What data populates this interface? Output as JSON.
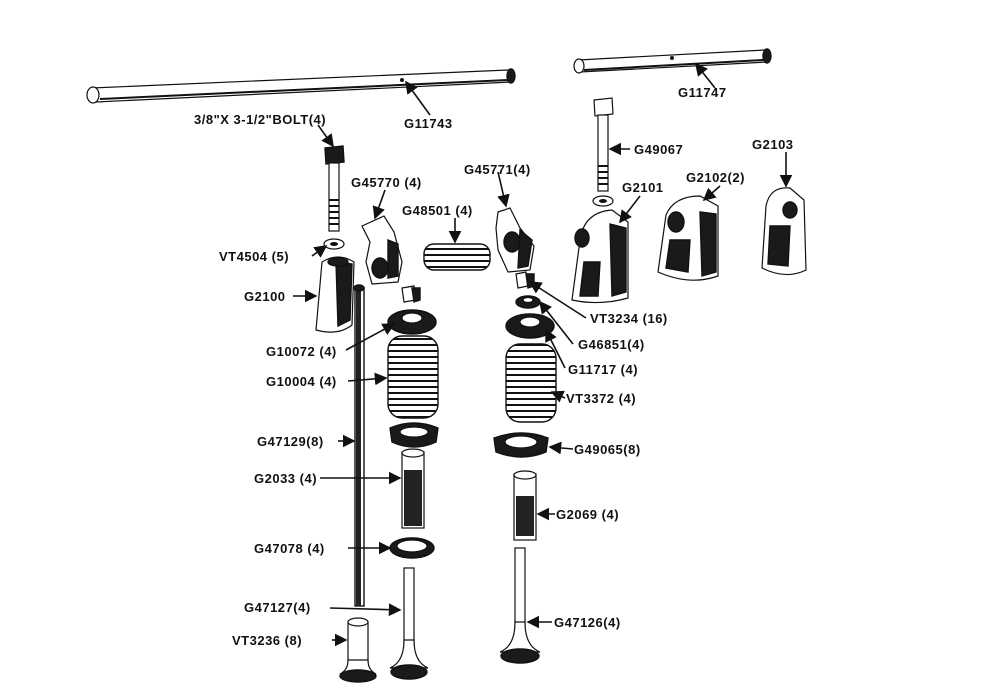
{
  "labels": {
    "bolt": "3/8\"X 3-1/2\"BOLT(4)",
    "shaft_left": "G11743",
    "shaft_right": "G11747",
    "bolt_right": "G49067",
    "g2103": "G2103",
    "g2102": "G2102(2)",
    "g2101": "G2101",
    "rocker_left": "G45770 (4)",
    "rocker_right": "G45771(4)",
    "spring_small": "G48501 (4)",
    "washer": "VT4504 (5)",
    "bracket_left": "G2100",
    "keeper": "VT3234 (16)",
    "cap_right": "G46851(4)",
    "cap_left": "G10072 (4)",
    "retainer_right": "G11717 (4)",
    "spring_left": "G10004 (4)",
    "spring_right": "VT3372 (4)",
    "pushrod": "G47129(8)",
    "seat_right": "G49065(8)",
    "guide_left": "G2033 (4)",
    "guide_right": "G2069 (4)",
    "seat_left": "G47078 (4)",
    "valve_left": "G47127(4)",
    "valve_right": "G47126(4)",
    "tappet": "VT3236 (8)"
  }
}
